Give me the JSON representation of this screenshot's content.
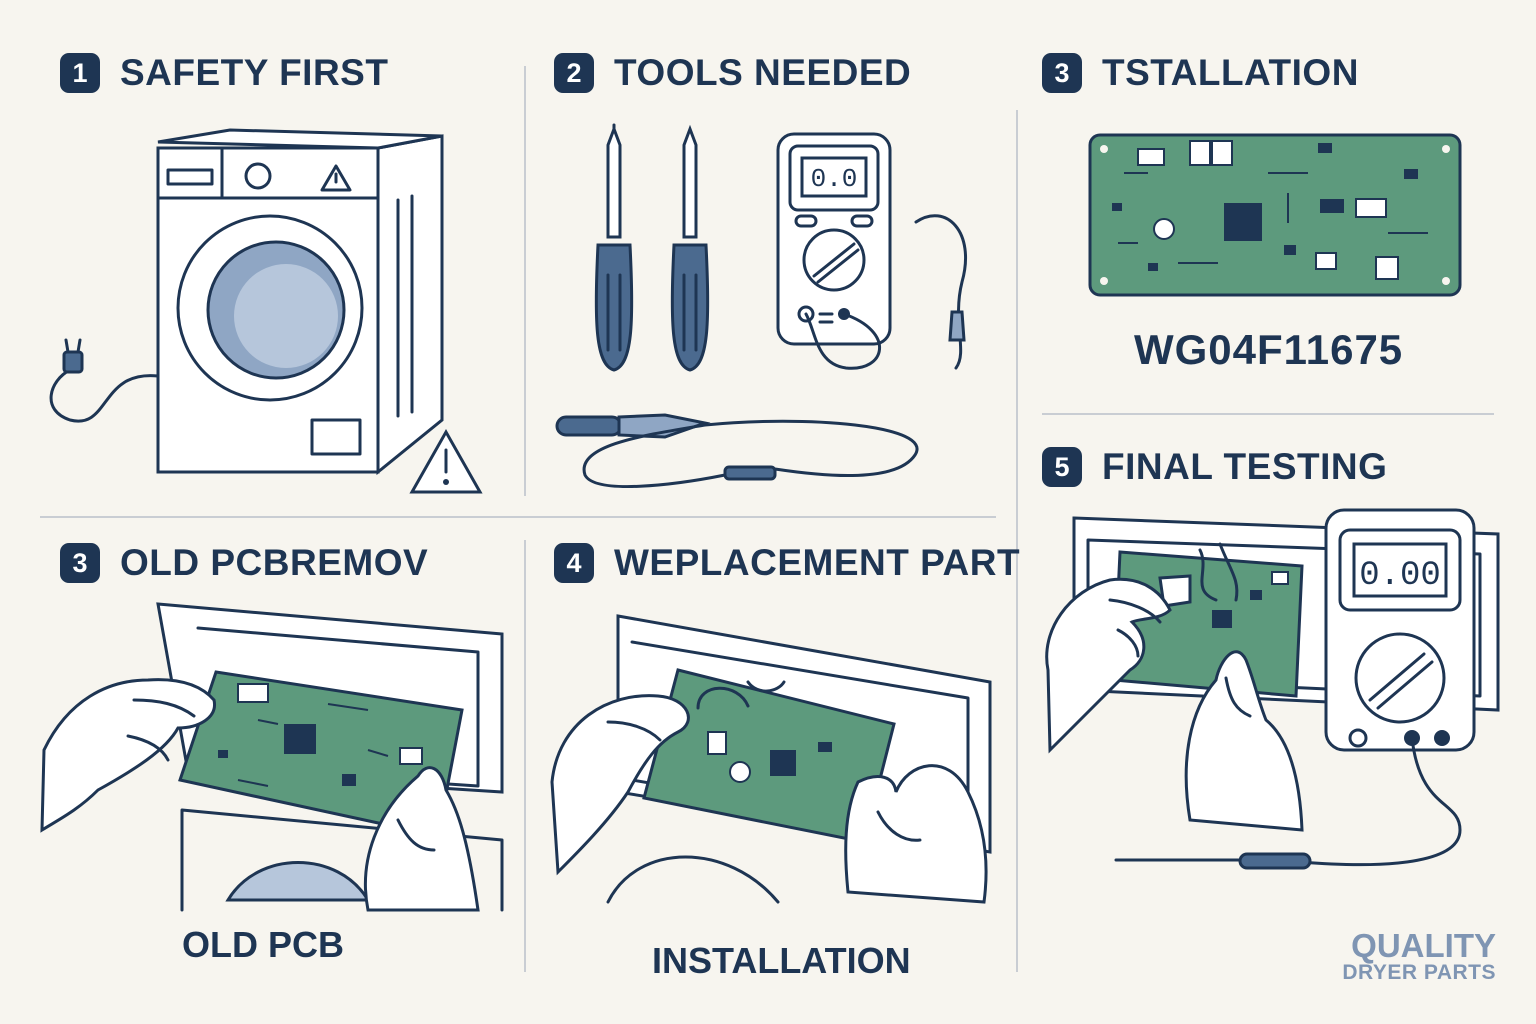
{
  "panels": {
    "safety": {
      "number": "1",
      "title": "SAFETY FIRST"
    },
    "tools": {
      "number": "2",
      "title": "TOOLS NEEDED",
      "meter_reading": "0.0"
    },
    "install": {
      "number": "3",
      "title": "TSTALLATION",
      "part_number": "WG04F11675"
    },
    "removal": {
      "number": "3",
      "title": "OLD PCBREMOV",
      "caption": "OLD PCB"
    },
    "replacement": {
      "number": "4",
      "title": "WEPLACEMENT PART",
      "caption": "INSTALLATION"
    },
    "testing": {
      "number": "5",
      "title": "FINAL TESTING",
      "meter_reading": "0.00"
    }
  },
  "brand": {
    "line1": "QUALITY",
    "line2": "DRYER PARTS"
  },
  "colors": {
    "navy": "#1e3553",
    "pcb_green": "#5d9a7d",
    "background": "#f7f5ef",
    "brand": "#7f95b3"
  }
}
